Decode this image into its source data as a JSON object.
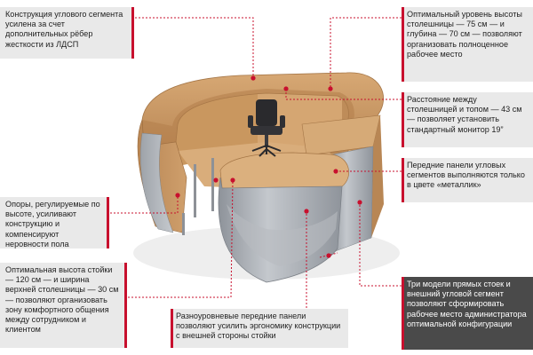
{
  "callouts": {
    "top_left": "Конструкция углового сегмента усилена за счет дополнительных рёбер жесткости из ЛДСП",
    "top_right": "Оптимальный уровень высоты столешницы — 75 см — и глубина — 70 см — позволяют организовать полноценное рабочее место",
    "mid_right": "Расстояние между столешницей и топом — 43 см — позволяет установить стандартный монитор 19”",
    "right_middle": "Передние панели угловых сегментов выполняются только в цвете «металлик»",
    "left_middle": "Опоры, регулируемые по высоте, усиливают конструкцию и компенсируют неровности пола",
    "bottom_left": "Оптимальная высота стойки — 120 см — и ширина верхней столешницы — 30 см — позволяют организовать зону комфортного общения между сотрудником и клиентом",
    "bottom_center": "Разноуровневые передние панели позволяют усилить эргономику конструкции с внешней стороны стойки",
    "bottom_right": "Три модели прямых стоек и внешний угловой сегмент позволяют сформировать рабочее место администратора оптимальной конфигурации"
  },
  "colors": {
    "accent": "#c8102e",
    "wood": "#c89866",
    "metal": "#a9adb3"
  },
  "icons": [
    "office-chair-icon"
  ]
}
